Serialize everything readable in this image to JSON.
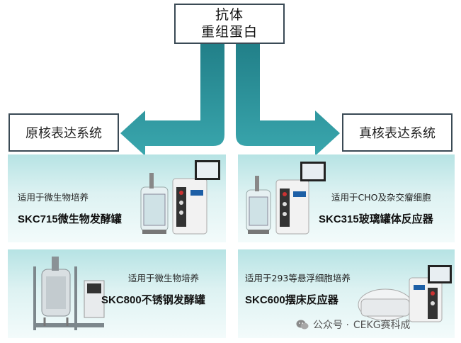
{
  "top": {
    "line1": "抗体",
    "line2": "重组蛋白"
  },
  "left_label": "原核表达系统",
  "right_label": "真核表达系统",
  "panels": [
    {
      "subtitle": "适用于微生物培养",
      "title": "SKC715微生物发酵罐"
    },
    {
      "subtitle": "适用于CHO及杂交瘤细胞",
      "title": "SKC315玻璃罐体反应器"
    },
    {
      "subtitle": "适用于微生物培养",
      "title": "SKC800不锈钢发酵罐"
    },
    {
      "subtitle": "适用于293等悬浮细胞培养",
      "title": "SKC600摆床反应器"
    }
  ],
  "watermark": {
    "prefix": "公众号 ·",
    "name": "CEKG赛科成"
  },
  "colors": {
    "arrow": "#2f9aa3",
    "panel": "#b6e3e4",
    "border": "#3a4a55"
  }
}
